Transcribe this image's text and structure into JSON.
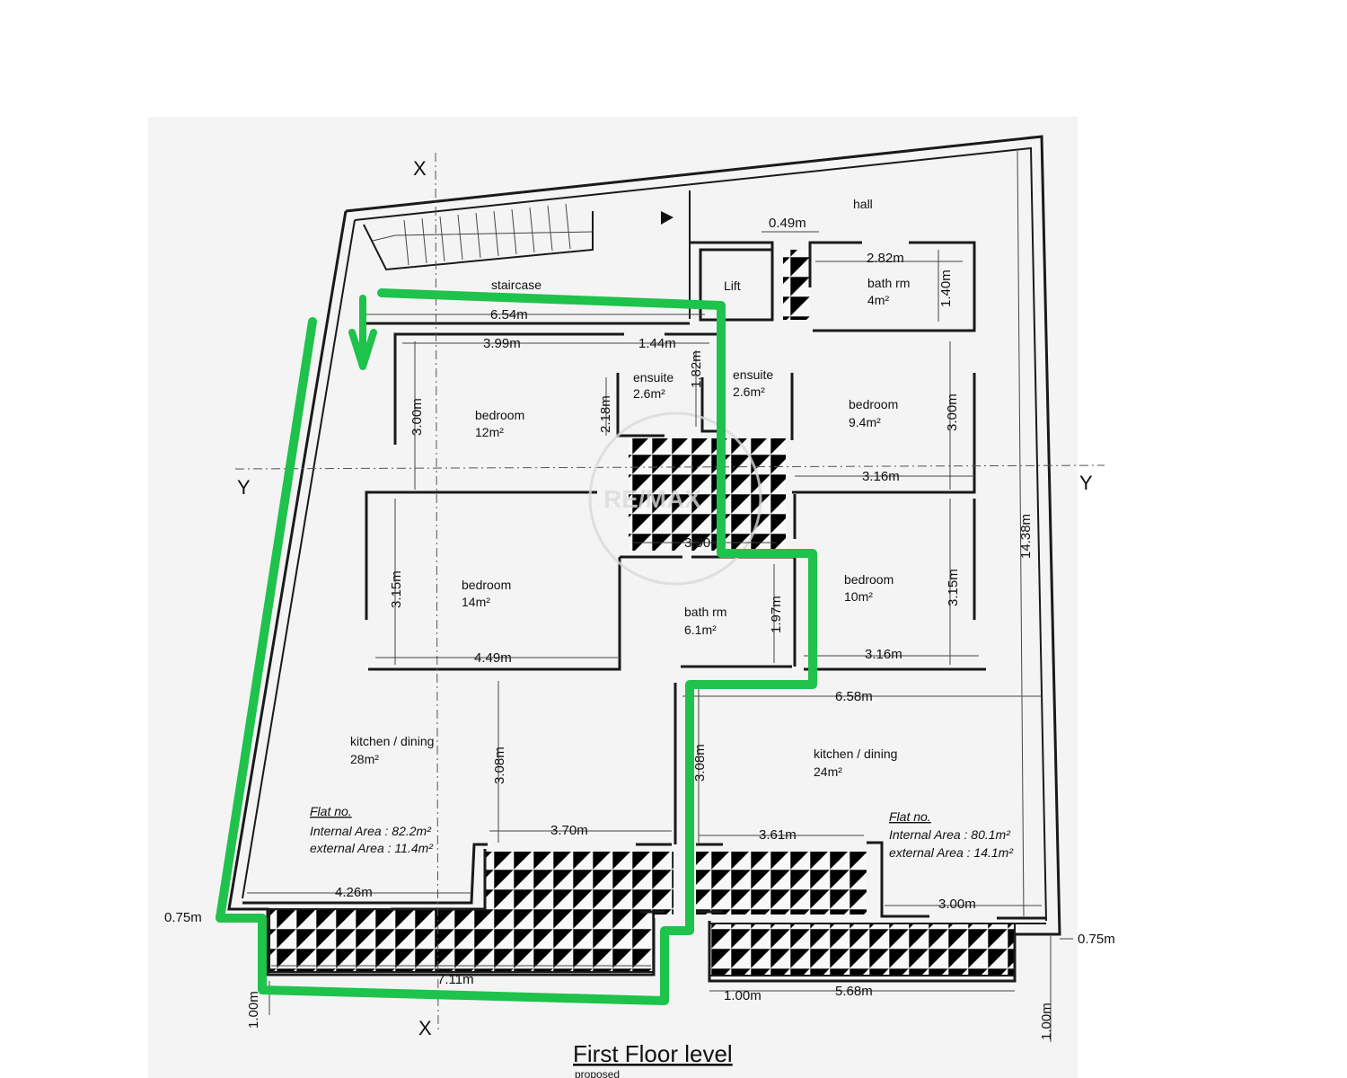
{
  "drawing": {
    "title": "First Floor level",
    "subtitle": "proposed"
  },
  "axes": {
    "x_label": "X",
    "y_label": "Y"
  },
  "rooms": {
    "staircase": "staircase",
    "hall": "hall",
    "lift": "Lift",
    "bath_top_name": "bath rm",
    "bath_top_area": "4m²",
    "ensuite_left_name": "ensuite",
    "ensuite_left_area": "2.6m²",
    "ensuite_right_name": "ensuite",
    "ensuite_right_area": "2.6m²",
    "bedroom_a_name": "bedroom",
    "bedroom_a_area": "12m²",
    "bedroom_b_name": "bedroom",
    "bedroom_b_area": "9.4m²",
    "bedroom_c_name": "bedroom",
    "bedroom_c_area": "14m²",
    "bedroom_d_name": "bedroom",
    "bedroom_d_area": "10m²",
    "bath_mid_name": "bath rm",
    "bath_mid_area": "6.1m²",
    "kitchen_left_name": "kitchen  / dining",
    "kitchen_left_area": "28m²",
    "kitchen_right_name": "kitchen  / dining",
    "kitchen_right_area": "24m²"
  },
  "flats": {
    "left_heading": "Flat no.",
    "left_internal": "Internal Area : 82.2m²",
    "left_external": "external Area : 11.4m²",
    "right_heading": "Flat no.",
    "right_internal": "Internal Area : 80.1m²",
    "right_external": "external Area : 14.1m²"
  },
  "dimensions": {
    "d_049": "0.49m",
    "d_282": "2.82m",
    "d_140": "1.40m",
    "d_654": "6.54m",
    "d_399": "3.99m",
    "d_144": "1.44m",
    "d_182": "1.82m",
    "d_218": "2.18m",
    "d_300a": "3.00m",
    "d_300b": "3.00m",
    "d_316a": "3.16m",
    "d_1438": "14.38m",
    "d_300c": "3.00m",
    "d_315a": "3.15m",
    "d_315b": "3.15m",
    "d_197": "1.97m",
    "d_449": "4.49m",
    "d_316b": "3.16m",
    "d_658": "6.58m",
    "d_308a": "3.08m",
    "d_308b": "3.08m",
    "d_370": "3.70m",
    "d_361": "3.61m",
    "d_426": "4.26m",
    "d_300d": "3.00m",
    "d_075a": "0.75m",
    "d_075b": "0.75m",
    "d_711": "7.11m",
    "d_100a": "1.00m",
    "d_100b": "1.00m",
    "d_568": "5.68m",
    "d_100c": "1.00m"
  },
  "watermark": "RE/MAX",
  "colors": {
    "route": "#1fc24b",
    "walls": "#1a1a1a",
    "paper": "#f4f4f4"
  }
}
